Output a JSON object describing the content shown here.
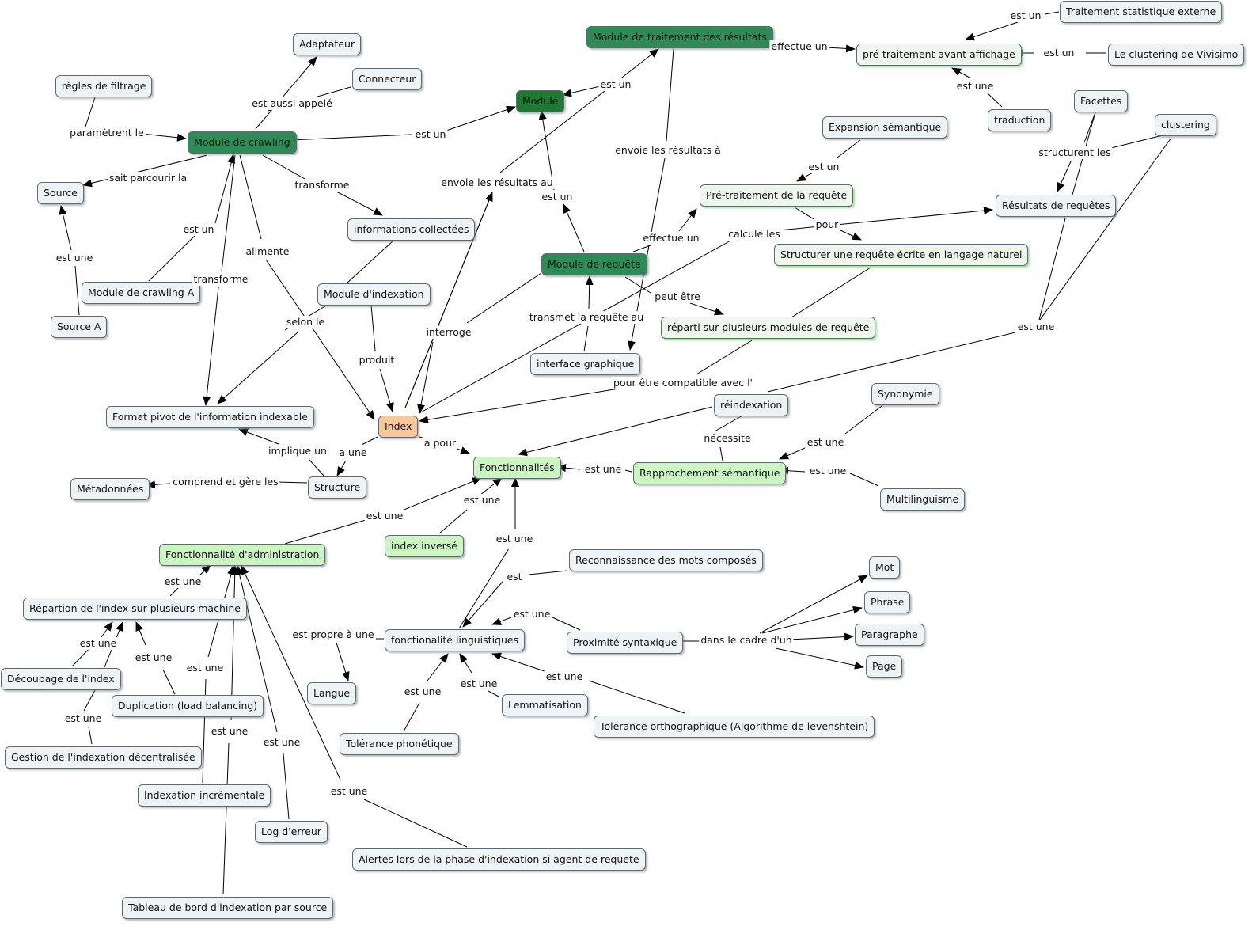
{
  "nodes": {
    "adaptateur": "Adaptateur",
    "connecteur": "Connecteur",
    "regles": "règles de filtrage",
    "module_crawling": "Module de crawling",
    "source": "Source",
    "module_crawling_a": "Module de crawling A",
    "source_a": "Source A",
    "module": "Module",
    "module_traitement": "Module de traitement des résultats",
    "traitement_stat": "Traitement statistique externe",
    "pre_traitement_affichage": "pré-traitement avant affichage",
    "clustering_vivisimo": "Le clustering de Vivisimo",
    "traduction": "traduction",
    "facettes": "Facettes",
    "clustering": "clustering",
    "expansion": "Expansion sémantique",
    "pre_traitement_requete": "Pré-traitement de la requête",
    "resultats_requetes": "Résultats de requêtes",
    "structurer_requete": "Structurer une requête écrite en langage naturel",
    "informations": "informations collectées",
    "module_indexation": "Module d'indexation",
    "module_requete": "Module de requête",
    "reparti": "réparti sur plusieurs modules de requête",
    "interface": "interface graphique",
    "format_pivot": "Format pivot de l'information indexable",
    "index": "Index",
    "reindexation": "réindexation",
    "synonymie": "Synonymie",
    "fonctionnalites": "Fonctionnalités",
    "rapprochement": "Rapprochement sémantique",
    "multilinguisme": "Multilinguisme",
    "metadonnees": "Métadonnées",
    "structure": "Structure",
    "fonct_admin": "Fonctionnalité d'administration",
    "index_inverse": "index inversé",
    "reconnaissance": "Reconnaissance des mots composés",
    "mot": "Mot",
    "phrase": "Phrase",
    "paragraphe": "Paragraphe",
    "page": "Page",
    "repartition": "Répartion de l'index sur plusieurs machine",
    "fonct_ling": "fonctionalité linguistiques",
    "proximite": "Proximité syntaxique",
    "langue": "Langue",
    "decoupage": "Découpage de l'index",
    "duplication": "Duplication (load balancing)",
    "lemmatisation": "Lemmatisation",
    "tolerance_phon": "Tolérance phonétique",
    "tolerance_orth": "Tolérance orthographique (Algorithme de levenshtein)",
    "gestion": "Gestion de l'indexation décentralisée",
    "indexation_incr": "Indexation incrémentale",
    "log": "Log d'erreur",
    "alertes": "Alertes lors de la phase d'indexation  si agent de requete",
    "tableau": "Tableau de bord d'indexation par source"
  },
  "links": {
    "est_aussi_appele": "est aussi appelé",
    "parametrent": "paramètrent le",
    "est_un_module_crawling": "est un",
    "sait_parcourir": "sait parcourir la",
    "transforme_info": "transforme",
    "est_un_crawling_a": "est un",
    "est_une_source_a": "est une",
    "transforme_format": "transforme",
    "alimente": "alimente",
    "envoie_resultats_au": "envoie les résultats au",
    "est_un_traitement": "est un",
    "effectue_un_traitement": "effectue un",
    "est_un_stat": "est un",
    "est_un_vivisimo": "est un",
    "est_une_traduction": "est une",
    "envoie_resultats_a": "envoie les résultats à",
    "structurent": "structurent les",
    "est_un_expansion": "est un",
    "pour": "pour",
    "calcule": "calcule les",
    "est_un_requete": "est un",
    "effectue_un_requete": "effectue un",
    "est_une_resultats": "est une",
    "peut_etre": "peut être",
    "selon_le": "selon le",
    "interroge": "interroge",
    "transmet": "transmet la requête au",
    "produit": "produit",
    "pour_compatible": "pour être compatible avec l'",
    "necessite": "nécessite",
    "a_une": "a une",
    "implique": "implique un",
    "a_pour": "a pour",
    "comprend": "comprend et gère les",
    "est_une_synonymie": "est une",
    "est_une_rapprochement": "est une",
    "est_une_multilinguisme": "est une",
    "est_une_admin": "est une",
    "est_une_index_inverse": "est une",
    "est_une_ling": "est une",
    "est_reconnaissance": "est",
    "est_une_proximite": "est une",
    "dans_le_cadre": "dans le cadre d'un",
    "est_propre": "est propre à une",
    "est_une_repartition": "est une",
    "est_une_decoupage": "est une",
    "est_une_duplication": "est une",
    "est_une_gestion": "est une",
    "est_une_incr": "est une",
    "est_une_tableau": "est une",
    "est_une_log": "est une",
    "est_une_alertes": "est une",
    "est_une_phon": "est une",
    "est_une_lemma": "est une",
    "est_une_orth": "est une"
  }
}
